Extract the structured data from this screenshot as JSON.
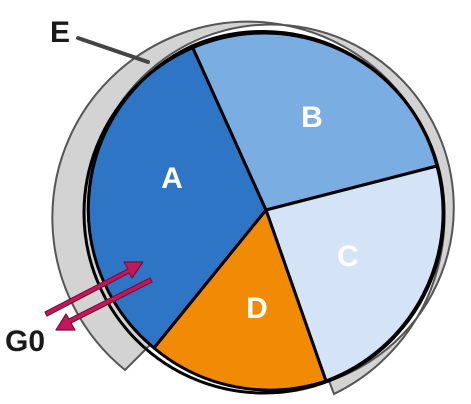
{
  "diagram": {
    "segments": [
      {
        "id": "A",
        "label": "A",
        "color": "#2e75c6"
      },
      {
        "id": "B",
        "label": "B",
        "color": "#7aaee2"
      },
      {
        "id": "C",
        "label": "C",
        "color": "#d4e4f6"
      },
      {
        "id": "D",
        "label": "D",
        "color": "#f18a04"
      }
    ],
    "ring_color": "#d3d3d3",
    "outline_color": "#000000",
    "arrow_color": "#c2185b",
    "labels": {
      "e": "E",
      "g0": "G0"
    }
  }
}
